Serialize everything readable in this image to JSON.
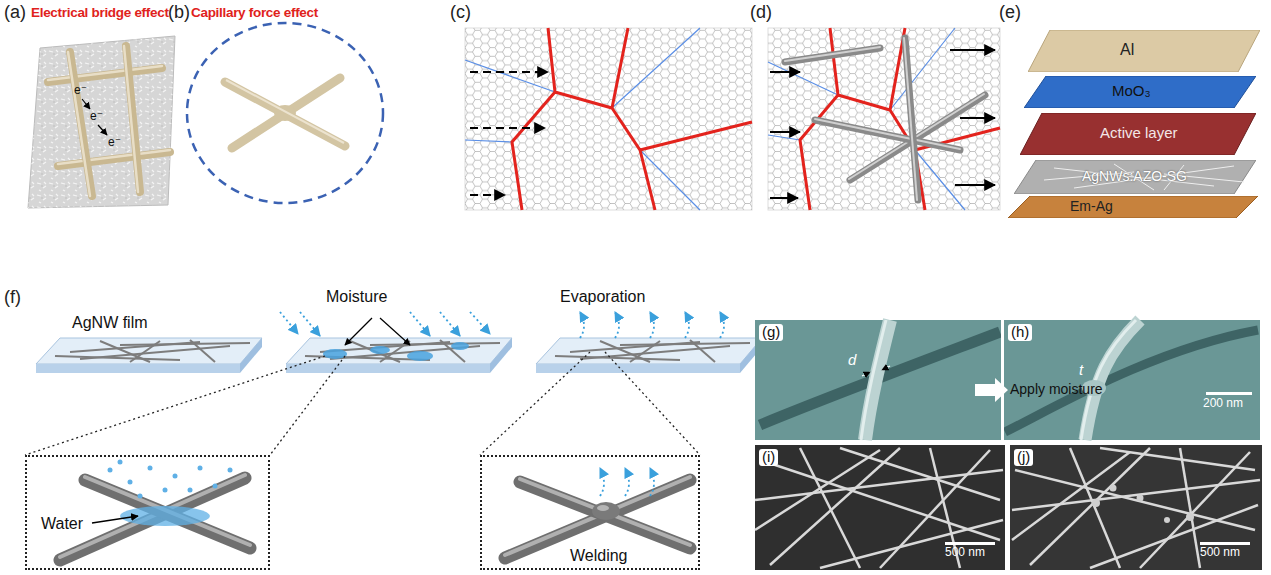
{
  "diagram": {
    "nodes": [
      {
        "text": [
          "Al"
        ]
      },
      {
        "text": [
          "MoO₃"
        ]
      },
      {
        "text": [
          "Active layer"
        ]
      },
      {
        "text": [
          "AgNWs:AZO-SG"
        ]
      },
      {
        "text": [
          "Em-Ag"
        ]
      },
      {
        "text": [
          "Water"
        ]
      },
      {
        "text": [
          "Welding"
        ]
      },
      {
        "text": [
          "(g)",
          "d"
        ]
      },
      {
        "text": [
          "(h)",
          "t",
          "200 nm"
        ]
      },
      {
        "text": [
          "(i)",
          "500 nm"
        ]
      },
      {
        "text": [
          "(j)",
          "500 nm"
        ]
      }
    ],
    "labels": [
      "(a)",
      "Electrical bridge effect",
      "(b)",
      "Capillary force effect",
      "(c)",
      "(d)",
      "(e)",
      "e⁻",
      "e⁻",
      "e⁻",
      "(f)",
      "AgNW film",
      "Moisture",
      "Evaporation",
      "Apply moisture"
    ]
  }
}
